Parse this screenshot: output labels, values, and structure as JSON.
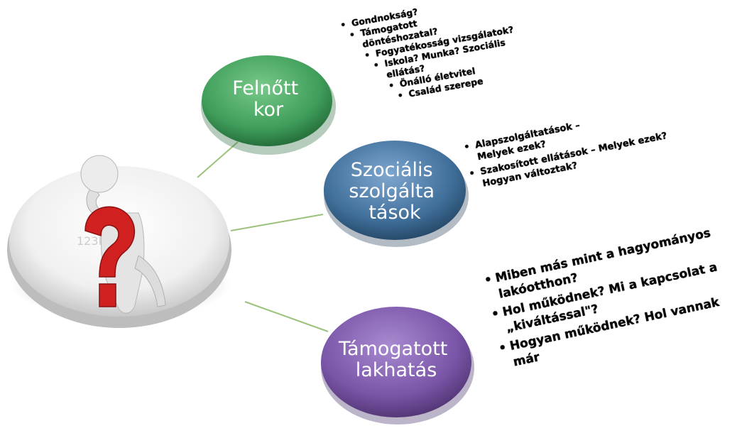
{
  "center": {
    "watermark": "123RF"
  },
  "nodes": [
    {
      "key": "felnott",
      "lines": [
        "Felnőtt",
        "kor"
      ],
      "color": "#3f9e5a",
      "bullets": [
        "Gondnokság?",
        "Támogatott döntéshozatal?",
        "Fogyatékosság vizsgálatok?",
        "Iskola? Munka? Szociális ellátás?",
        "Önálló életvitel",
        "Család szerepe"
      ]
    },
    {
      "key": "szocialis",
      "lines": [
        "Szociális",
        "szolgálta",
        "tások"
      ],
      "color": "#3f6f9a",
      "bullets": [
        "Alapszolgáltatások – Melyek ezek?",
        "Szakosított ellátások – Melyek ezek? Hogyan változtak?"
      ]
    },
    {
      "key": "lakhatas",
      "lines": [
        "Támogatott",
        "lakhatás"
      ],
      "color": "#7a55a8",
      "bullets": [
        "Miben más mint a hagyományos lakóotthon?",
        "Hol működnek? Mi a kapcsolat a „kiváltással\"?",
        "Hogyan működnek? Hol vannak már"
      ]
    }
  ],
  "colors": {
    "connector": "#9bc27a",
    "question_mark": "#d02020",
    "figure": "#e6e6e6"
  }
}
